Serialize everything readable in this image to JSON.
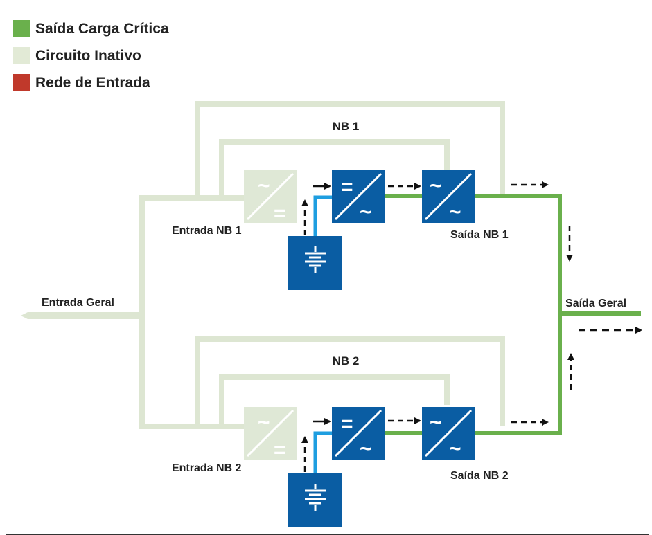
{
  "legend": [
    {
      "label": "Saída Carga Crítica",
      "color": "#6ab04c"
    },
    {
      "label": "Circuito Inativo",
      "color": "#e2ead6"
    },
    {
      "label": "Rede de Entrada",
      "color": "#c0392b"
    }
  ],
  "colors": {
    "inactive": "#dde6d2",
    "critical": "#6ab04c",
    "battery_link": "#1e9ee0",
    "module_blue": "#0a5da3",
    "module_inactive": "#dfe8d6"
  },
  "labels": {
    "nb1": "NB 1",
    "nb2": "NB 2",
    "entrada_nb1": "Entrada NB 1",
    "entrada_nb2": "Entrada NB 2",
    "saida_nb1": "Saída NB 1",
    "saida_nb2": "Saída NB 2",
    "entrada_geral": "Entrada Geral",
    "saida_geral": "Saída Geral"
  },
  "symbols": {
    "ac": "~",
    "dc": "="
  }
}
